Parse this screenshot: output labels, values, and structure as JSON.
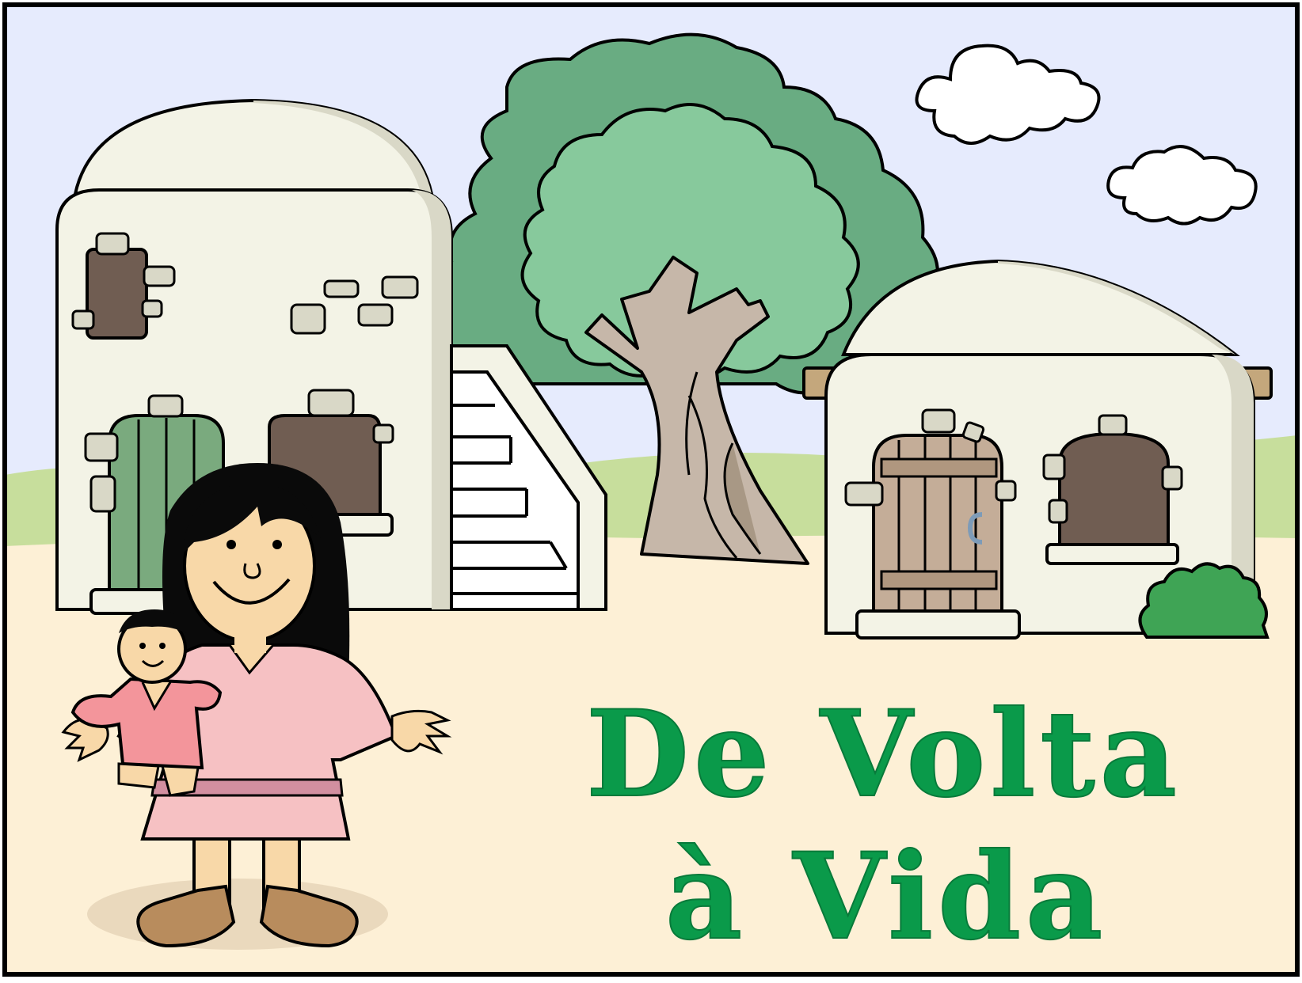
{
  "scene": {
    "title_line_1": "De Volta",
    "title_line_2": "à Vida"
  },
  "colors": {
    "sky": "#e6ebfd",
    "hills": "#c7de9c",
    "ground": "#fdf0d6",
    "house_wall": "#f3f3e6",
    "house_shade": "#d9d8c7",
    "tree_dark": "#69ac82",
    "tree_light": "#87c99c",
    "window": "#705d52",
    "green_door": "#7aaa7e",
    "wood_door": "#c4ad98",
    "girl_dress": "#f6c1c3",
    "doll_dress": "#f3959b",
    "skin": "#f8d8a8",
    "hair": "#0a0a0a",
    "sandal": "#b88c5d",
    "title": "#0a9a4a"
  },
  "icons": [
    "house-icon",
    "tree-icon",
    "cloud-icon",
    "girl-figure",
    "doll-figure",
    "bush-icon"
  ]
}
